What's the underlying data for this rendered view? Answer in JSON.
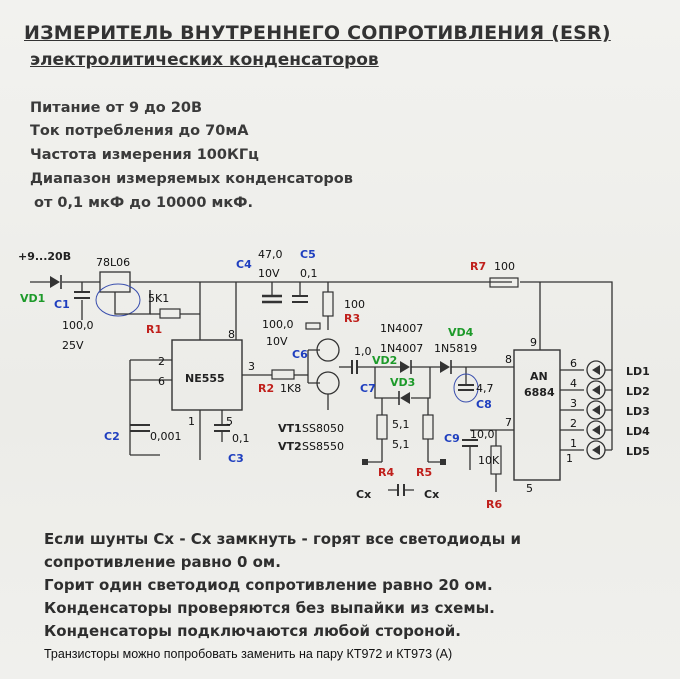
{
  "title": "ИЗМЕРИТЕЛЬ ВНУТРЕННЕГО СОПРОТИВЛЕНИЯ (ESR)",
  "subtitle": "электролитических конденсаторов",
  "specs": [
    "Питание от 9 до 20В",
    "Ток потребления до 70мА",
    "Частота измерения 100КГц",
    "Диапазон измеряемых конденсаторов",
    "от 0,1 мкФ до 10000 мкФ."
  ],
  "schematic": {
    "supply": "+9...20В",
    "ic_ne555": "NE555",
    "ic_an": "AN",
    "ic_6884": "6884",
    "reg": "78L06",
    "vd1": "VD1",
    "vd2": "VD2",
    "vd3": "VD3",
    "vd4": "VD4",
    "vd4_type": "1N5819",
    "vd2_type": "1N4007",
    "vd3_type": "1N4007",
    "c1": "C1",
    "c1_val": "100,0",
    "c1_volt": "25V",
    "c2": "C2",
    "c2_val": "0,001",
    "c3": "C3",
    "c3_val": "0,1",
    "c4": "C4",
    "c4_val": "47,0",
    "c4_volt": "10V",
    "c5": "C5",
    "c5_val": "0,1",
    "c6": "C6",
    "c6_val": "100,0",
    "c6_volt": "10V",
    "c7": "C7",
    "c7_val": "1,0",
    "c8": "C8",
    "c8_val": "4,7",
    "c9": "C9",
    "c9_val": "10,0",
    "r1": "R1",
    "r1_val": "5K1",
    "r2": "R2",
    "r2_val": "1K8",
    "r3": "R3",
    "r3_val": "100",
    "r4": "R4",
    "r4_val": "5,1",
    "r5": "R5",
    "r5_val": "5,1",
    "r6": "R6",
    "r6_val": "10K",
    "r7": "R7",
    "r7_val": "100",
    "vt1": "VT1",
    "vt1_type": "SS8050",
    "vt2": "VT2",
    "vt2_type": "SS8550",
    "cx_left": "Cx",
    "cx_right": "Cx",
    "pin_2": "2",
    "pin_6": "6",
    "pin_8": "8",
    "pin_3": "3",
    "pin_1": "1",
    "pin_5": "5",
    "an_pin_9": "9",
    "an_pin_8": "8",
    "an_pin_7": "7",
    "an_pin_5": "5",
    "an_pin_1": "1",
    "led_pins": [
      "6",
      "4",
      "3",
      "2",
      "1"
    ],
    "leds": [
      "LD1",
      "LD2",
      "LD3",
      "LD4",
      "LD5"
    ]
  },
  "notes": [
    "Если шунты Cx - Cx замкнуть - горят все светодиоды и",
    "сопротивление равно 0 ом.",
    "Горит один светодиод сопротивление равно 20 ом.",
    "Конденсаторы проверяются без выпайки из схемы.",
    "Конденсаторы подключаются любой стороной."
  ],
  "footer": "Транзисторы можно попробовать заменить на пару КТ972 и КТ973 (А)",
  "colors": {
    "blue_labels": "#1f3fbf",
    "red_labels": "#c0201c",
    "green_labels": "#1d9a2a"
  }
}
